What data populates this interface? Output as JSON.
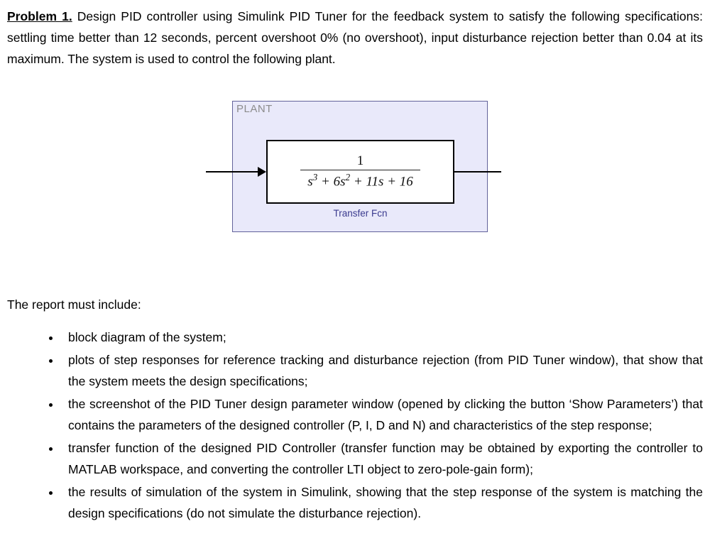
{
  "intro": {
    "label": "Problem 1.",
    "text": " Design PID controller using Simulink PID Tuner for the feedback system to satisfy the following specifications: settling time better than 12 seconds, percent overshoot 0% (no overshoot), input disturbance rejection better than 0.04 at its maximum. The system is used to control the following plant."
  },
  "diagram": {
    "subsystem_label": "PLANT",
    "block": {
      "numerator": "1",
      "den_parts": [
        "s",
        "3",
        " + 6s",
        "2",
        " + 11s + 16"
      ],
      "name": "Transfer Fcn"
    },
    "colors": {
      "subsystem_fill": "#e9e9fa",
      "subsystem_border": "#62629a",
      "block_name_color": "#3b3b8f",
      "subsystem_label_color": "#8c8c8c"
    }
  },
  "report": {
    "heading": "The report must include:",
    "items": [
      "block diagram of the system;",
      "plots of step responses for reference tracking and disturbance rejection (from PID Tuner window), that show that the system meets the design specifications;",
      "the screenshot of the PID Tuner design parameter window (opened by clicking the button ‘Show Parameters’) that contains the parameters of the designed controller (P, I, D and N) and characteristics of the step response;",
      "transfer function of the designed PID Controller (transfer function may be obtained by exporting the controller to MATLAB workspace, and converting the controller LTI object to zero-pole-gain form);",
      "the results of simulation of the system in Simulink, showing that the step response of the system is matching the design specifications (do not simulate the disturbance rejection)."
    ]
  }
}
